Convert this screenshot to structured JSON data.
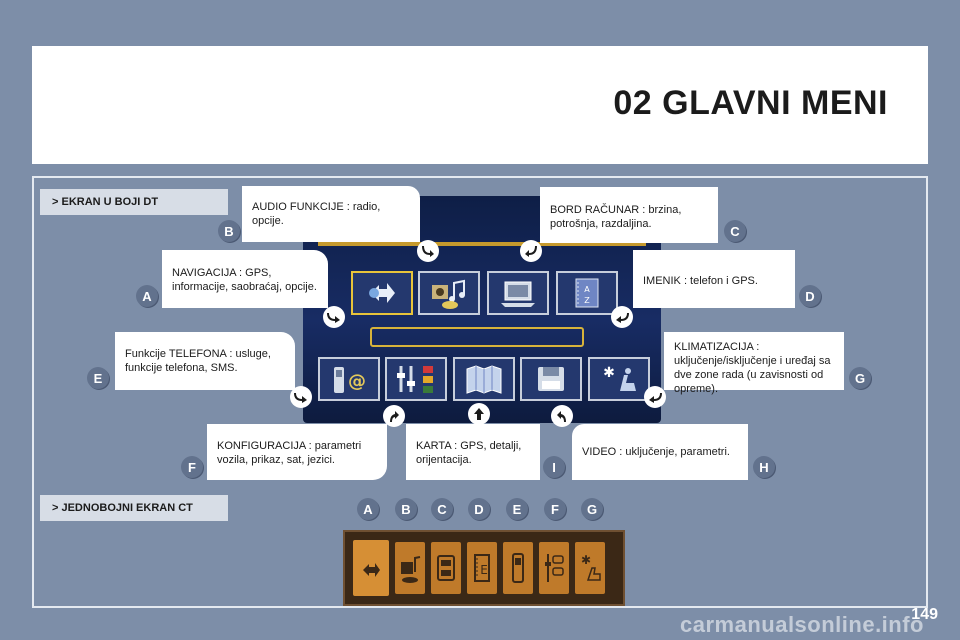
{
  "header": {
    "title": "02 GLAVNI MENI"
  },
  "sections": {
    "color_screen": "> EKRAN U BOJI DT",
    "mono_screen": "> JEDNOBOJNI EKRAN CT"
  },
  "callouts": {
    "audio": {
      "letter": "B",
      "text": "AUDIO FUNKCIJE : radio, opcije."
    },
    "bord": {
      "letter": "C",
      "text": "BORD RAČUNAR : brzina, potrošnja, razdaljina."
    },
    "navigacija": {
      "letter": "A",
      "text": "NAVIGACIJA : GPS, informacije, saobraćaj, opcije."
    },
    "imenik": {
      "letter": "D",
      "text": "IMENIK : telefon i GPS."
    },
    "telefon": {
      "letter": "E",
      "text": "Funkcije TELEFONA : usluge, funkcije telefona, SMS."
    },
    "klima": {
      "letter": "G",
      "text": "KLIMATIZACIJA : uključenje/isključenje i uređaj sa dve zone rada (u zavisnosti od opreme)."
    },
    "konfiguracija": {
      "letter": "F",
      "text": "KONFIGURACIJA : parametri vozila, prikaz, sat, jezici."
    },
    "karta": {
      "letter": "I",
      "text": "KARTA : GPS, detalji, orijentacija."
    },
    "video": {
      "letter": "H",
      "text": "VIDEO : uključenje, parametri."
    }
  },
  "mono_letters": [
    "A",
    "B",
    "C",
    "D",
    "E",
    "F",
    "G"
  ],
  "icons": {
    "top_row": [
      "navigation-icon",
      "audio-icon",
      "trip-computer-icon",
      "directory-icon"
    ],
    "bottom_row": [
      "telephone-icon",
      "configuration-icon",
      "map-icon",
      "video-icon",
      "air-conditioning-icon"
    ],
    "mono_row": [
      "navigation-icon",
      "audio-icon",
      "trip-computer-icon",
      "directory-icon",
      "telephone-icon",
      "configuration-icon",
      "air-conditioning-icon"
    ]
  },
  "page_number": "149",
  "watermark": "carmanualsonline.info"
}
